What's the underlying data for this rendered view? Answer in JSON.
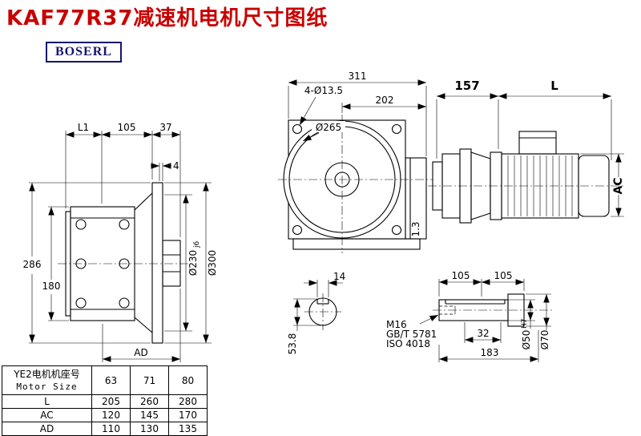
{
  "title": "KAF77R37减速机电机尺寸图纸",
  "logo": "BOSERL",
  "colors": {
    "title": "#c80000",
    "logo": "#14146e",
    "line": "#000000"
  },
  "views": {
    "side": {
      "dim_l1": "L1",
      "dim_105": "105",
      "dim_37": "37",
      "dim_4": "4",
      "dim_286": "286",
      "dim_180": "180",
      "dim_ad": "AD",
      "dim_d230": "Ø230",
      "dim_d230_tol": "j6",
      "dim_d300": "Ø300"
    },
    "front": {
      "dim_311": "311",
      "dim_202": "202",
      "dim_holes": "4-Ø13.5",
      "dim_d265": "Ø265",
      "dim_13": "1.3"
    },
    "motor": {
      "dim_157": "157",
      "dim_l": "L",
      "dim_ac": "AC"
    },
    "shaft_end": {
      "dim_14": "14",
      "dim_538": "53.8"
    },
    "shaft": {
      "dim_105a": "105",
      "dim_105b": "105",
      "dim_32": "32",
      "dim_183": "183",
      "label_m16": "M16",
      "label_gbt": "GB/T 5781",
      "label_iso": "ISO 4018",
      "dim_d50": "Ø50",
      "dim_d50_tol": "H7",
      "dim_d70": "Ø70"
    }
  },
  "table": {
    "header_line1": "YE2电机机座号",
    "header_line2": "Motor Size",
    "sizes": [
      "63",
      "71",
      "80"
    ],
    "rows": [
      {
        "label": "L",
        "values": [
          "205",
          "260",
          "280"
        ]
      },
      {
        "label": "AC",
        "values": [
          "120",
          "145",
          "170"
        ]
      },
      {
        "label": "AD",
        "values": [
          "110",
          "130",
          "135"
        ]
      }
    ]
  }
}
